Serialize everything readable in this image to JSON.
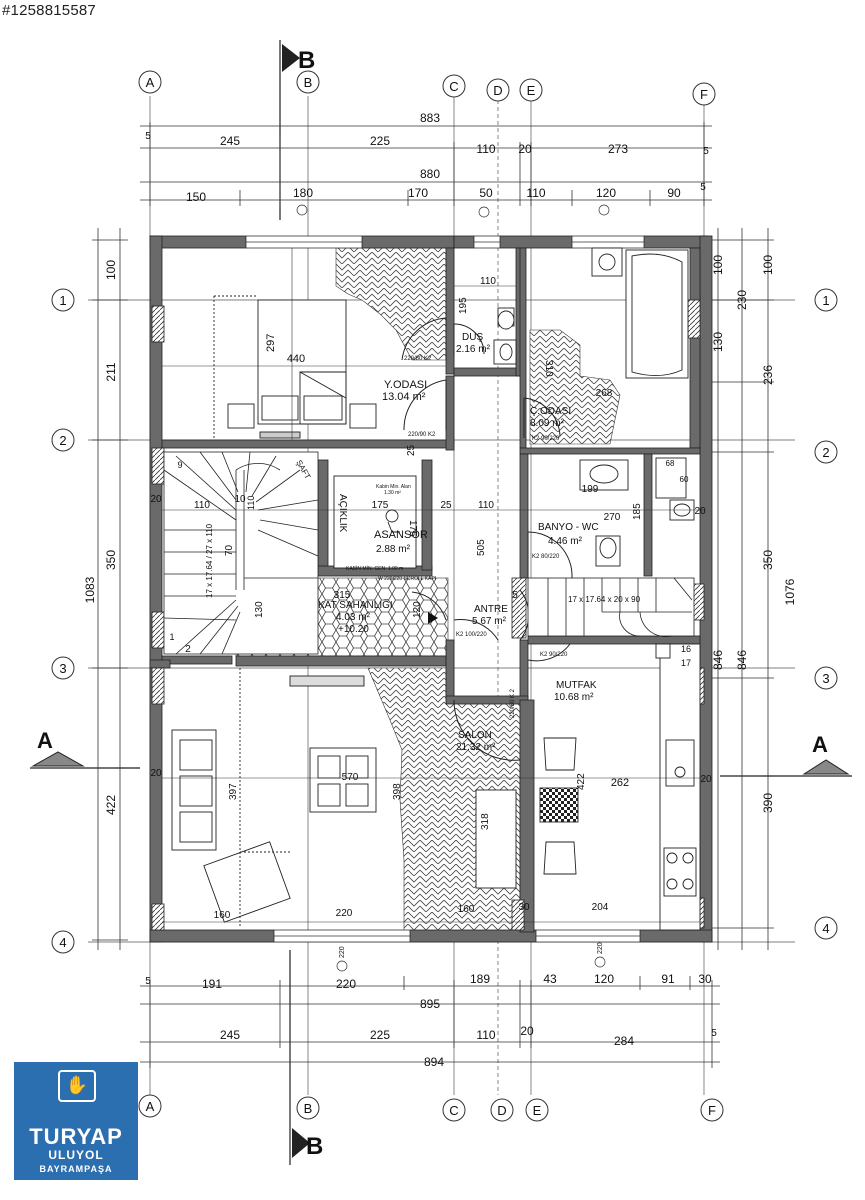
{
  "listing_id": "#1258815587",
  "logo": {
    "brand": "TURYAP",
    "line1": "ULUYOL",
    "line2": "BAYRAMPAŞA"
  },
  "axes": {
    "A": "A",
    "B": "B",
    "C": "C",
    "D": "D",
    "E": "E",
    "F": "F",
    "n1": "1",
    "n2": "2",
    "n3": "3",
    "n4": "4"
  },
  "section_marks": {
    "A": "A",
    "B": "B"
  },
  "dims": {
    "top_883": "883",
    "top_245": "245",
    "top_225": "225",
    "top_110": "110",
    "top_20": "20",
    "top_273": "273",
    "top_880": "880",
    "top_150": "150",
    "top_180": "180",
    "top_170": "170",
    "top_50": "50",
    "top_110b": "110",
    "top_120": "120",
    "top_90": "90",
    "top_5a": "5",
    "top_5b": "5",
    "top_5c": "5",
    "bot_191": "191",
    "bot_220": "220",
    "bot_189": "189",
    "bot_43": "43",
    "bot_120": "120",
    "bot_91": "91",
    "bot_30": "30",
    "bot_895": "895",
    "bot_245": "245",
    "bot_225": "225",
    "bot_110": "110",
    "bot_20": "20",
    "bot_284": "284",
    "bot_894": "894",
    "bot_5a": "5",
    "bot_5b": "5",
    "left_100": "100",
    "left_211": "211",
    "left_350": "350",
    "left_1083": "1083",
    "left_422": "422",
    "right_100a": "100",
    "right_230": "230",
    "right_130": "130",
    "right_236": "236",
    "right_100b": "100",
    "right_350": "350",
    "right_846a": "846",
    "right_846b": "846",
    "right_1076": "1076",
    "right_390": "390"
  },
  "rooms": {
    "yodasi": {
      "name": "Y.ODASI",
      "area": "13.04 m²"
    },
    "dus": {
      "name": "DUŞ",
      "area": "2.16 m²"
    },
    "codasi": {
      "name": "Ç.ODASI",
      "area": "8.09 m²"
    },
    "asansor": {
      "name": "ASANSÖR",
      "area": "2.88 m²",
      "cabin": "Kabin Min. Alan",
      "cabin_area": "1.30 m²",
      "cabin_w": "KABİN MİN. GEN. 1.00 m"
    },
    "aciklik": {
      "name": "AÇIKLIK"
    },
    "banyo": {
      "name": "BANYO - WC",
      "area": "4.46 m²"
    },
    "katsahan": {
      "name": "KAT SAHANLIĞI",
      "area": "4.03 m²",
      "level": "+10.20"
    },
    "antre": {
      "name": "ANTRE",
      "area": "5.67 m²"
    },
    "mutfak": {
      "name": "MUTFAK",
      "area": "10.68 m²"
    },
    "salon": {
      "name": "SALON",
      "area": "21.32 m²"
    }
  },
  "inner": {
    "d440": "440",
    "d297": "297",
    "d110dus": "110",
    "d195": "195",
    "d310": "310",
    "d268": "268",
    "d199": "199",
    "d270": "270",
    "d185": "185",
    "d175a": "175",
    "d175b": "175",
    "d25a": "25",
    "d25b": "25",
    "d110c": "110",
    "d505": "505",
    "d315": "315",
    "d130": "130",
    "d120": "120",
    "d110st": "110",
    "d10": "10",
    "d70": "70",
    "d110s2": "110",
    "d20st": "20",
    "d570": "570",
    "d397": "397",
    "d398": "398",
    "d318": "318",
    "d422": "422",
    "d262": "262",
    "d204": "204",
    "d160a": "160",
    "d220": "220",
    "d160b": "160",
    "d20a": "20",
    "d20b": "20",
    "d20c": "20",
    "d30": "30",
    "d16": "16",
    "d17": "17",
    "d68": "68",
    "d60": "60",
    "d5": "5",
    "d2": "2",
    "d9": "9",
    "d1": "1",
    "stair1": "17 x 17.64 / 27 x 110",
    "stair2": "17 x 17.64 x 20 x 90",
    "saft": "ŞAFT",
    "k2a": "220/80  K2",
    "k2b": "220/90  K2",
    "k2c": "K2  90/220",
    "k2d": "K2  80/220",
    "k2e": "K2  100/220",
    "k2f": "K2  90/220",
    "k2g": "220/80  K 2",
    "w1": "W 220/220 SCROLL KAPI",
    "w2": "220",
    "w3": "220"
  }
}
